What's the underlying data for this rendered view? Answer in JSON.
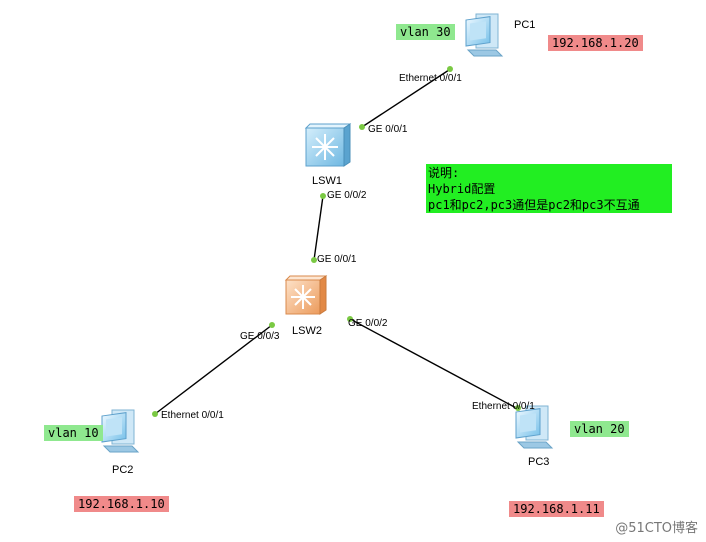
{
  "devices": {
    "pc1": "PC1",
    "pc2": "PC2",
    "pc3": "PC3",
    "lsw1": "LSW1",
    "lsw2": "LSW2"
  },
  "ports": {
    "pc1_eth": "Ethernet 0/0/1",
    "lsw1_ge1": "GE 0/0/1",
    "lsw1_ge2": "GE 0/0/2",
    "lsw2_ge1": "GE 0/0/1",
    "lsw2_ge2": "GE 0/0/2",
    "lsw2_ge3": "GE 0/0/3",
    "pc2_eth": "Ethernet 0/0/1",
    "pc3_eth": "Ethernet 0/0/1"
  },
  "vlans": {
    "pc1": "vlan 30",
    "pc2": "vlan 10",
    "pc3": "vlan 20"
  },
  "ips": {
    "pc1": "192.168.1.20",
    "pc2": "192.168.1.10",
    "pc3": "192.168.1.11"
  },
  "note": {
    "line1": "说明:",
    "line2": "Hybrid配置",
    "line3": "pc1和pc2,pc3通但是pc2和pc3不互通"
  },
  "watermark": "@51CTO博客",
  "icons": {
    "pc": "pc-icon",
    "switch": "switch-icon"
  },
  "colors": {
    "link": "#000000",
    "port_dot": "#7ac943",
    "vlan_bg": "#8fe88f",
    "ip_bg": "#f08a8a",
    "note_bg": "#22ee22",
    "lsw1": "#9fd3ee",
    "lsw2": "#f3b98a"
  }
}
